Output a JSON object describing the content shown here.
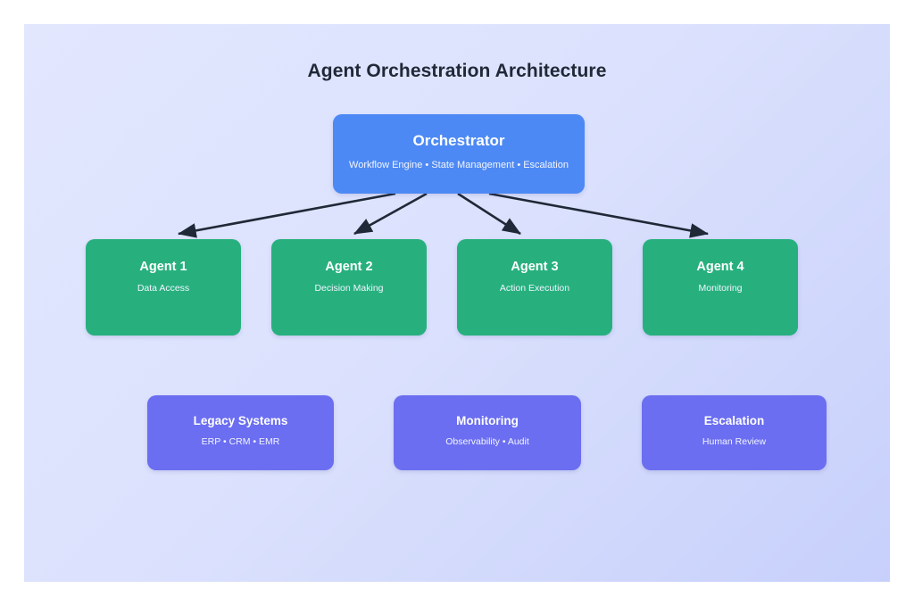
{
  "diagram": {
    "title": "Agent Orchestration Architecture",
    "background_color": "#dce2fd",
    "panel_gradient_from": "#e2e7fe",
    "panel_gradient_to": "#c7d0fb",
    "edge_color": "#1f2937"
  },
  "orchestrator": {
    "title": "Orchestrator",
    "subtitle": "Workflow Engine • State Management • Escalation",
    "color": "#4d89f4"
  },
  "agents": {
    "color": "#27b07e",
    "items": [
      {
        "title": "Agent 1",
        "subtitle": "Data Access"
      },
      {
        "title": "Agent 2",
        "subtitle": "Decision Making"
      },
      {
        "title": "Agent 3",
        "subtitle": "Action Execution"
      },
      {
        "title": "Agent 4",
        "subtitle": "Monitoring"
      }
    ]
  },
  "support": {
    "color": "#6b6ef0",
    "items": [
      {
        "title": "Legacy Systems",
        "subtitle": "ERP • CRM • EMR"
      },
      {
        "title": "Monitoring",
        "subtitle": "Observability • Audit"
      },
      {
        "title": "Escalation",
        "subtitle": "Human Review"
      }
    ]
  },
  "edges": [
    {
      "from": "Orchestrator",
      "to": "Agent 1"
    },
    {
      "from": "Orchestrator",
      "to": "Agent 2"
    },
    {
      "from": "Orchestrator",
      "to": "Agent 3"
    },
    {
      "from": "Orchestrator",
      "to": "Agent 4"
    }
  ]
}
